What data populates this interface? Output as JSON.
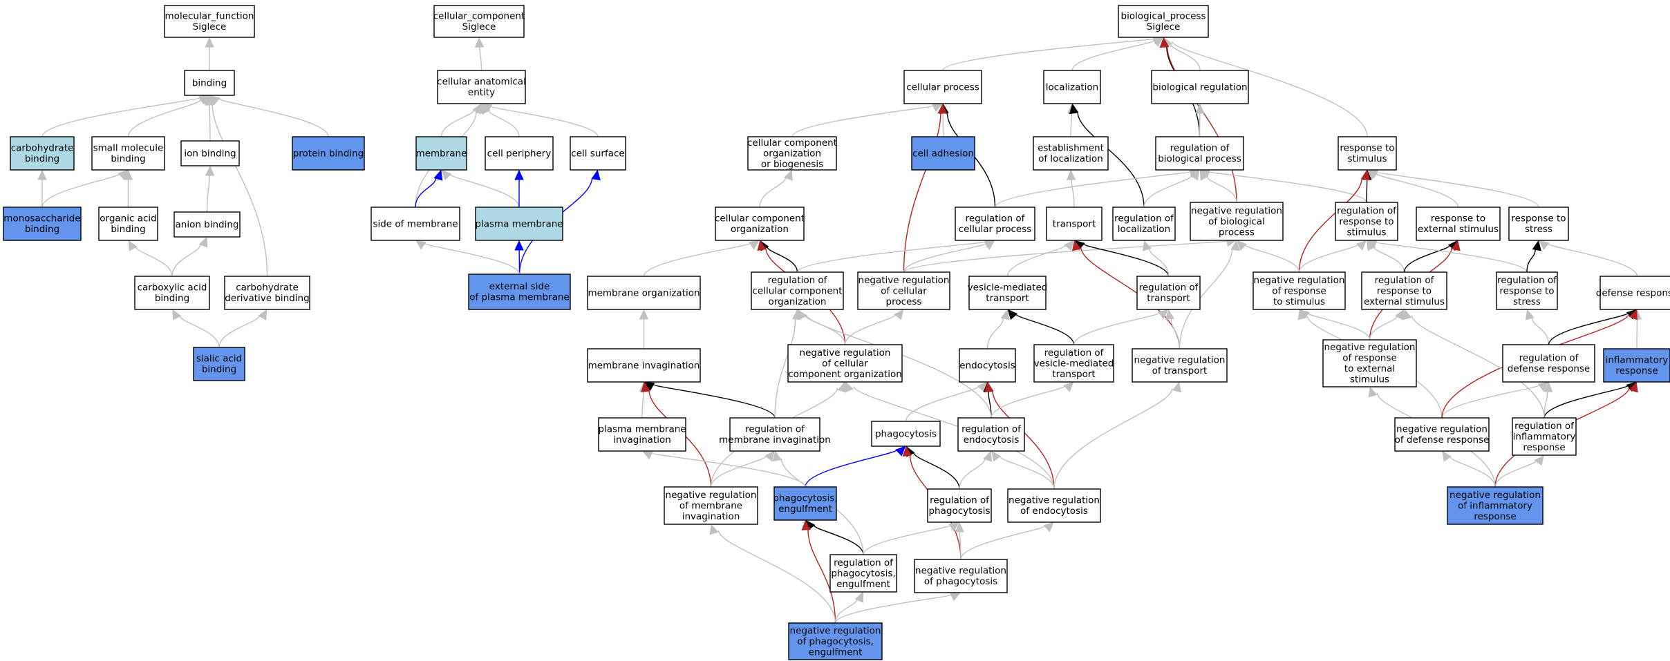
{
  "colors": {
    "plain": "#ffffff",
    "lightblue": "#add8e6",
    "blue": "#6495ed",
    "gray": "#c0c0c0",
    "black": "#000000",
    "red": "#b22222",
    "arrowblue": "#0000ff"
  },
  "nodes": [
    {
      "id": "mf",
      "lines": [
        "molecular_function",
        "Siglece"
      ],
      "fill": "plain"
    },
    {
      "id": "binding",
      "lines": [
        "binding"
      ],
      "fill": "plain"
    },
    {
      "id": "carb_binding",
      "lines": [
        "carbohydrate",
        "binding"
      ],
      "fill": "lightblue"
    },
    {
      "id": "small_mol",
      "lines": [
        "small molecule",
        "binding"
      ],
      "fill": "plain"
    },
    {
      "id": "ion_binding",
      "lines": [
        "ion binding"
      ],
      "fill": "plain"
    },
    {
      "id": "protein_binding",
      "lines": [
        "protein binding"
      ],
      "fill": "blue"
    },
    {
      "id": "monosacch",
      "lines": [
        "monosaccharide",
        "binding"
      ],
      "fill": "blue"
    },
    {
      "id": "organic_acid",
      "lines": [
        "organic acid",
        "binding"
      ],
      "fill": "plain"
    },
    {
      "id": "anion_binding",
      "lines": [
        "anion binding"
      ],
      "fill": "plain"
    },
    {
      "id": "carboxylic",
      "lines": [
        "carboxylic acid",
        "binding"
      ],
      "fill": "plain"
    },
    {
      "id": "carb_deriv",
      "lines": [
        "carbohydrate",
        "derivative binding"
      ],
      "fill": "plain"
    },
    {
      "id": "sialic",
      "lines": [
        "sialic acid",
        "binding"
      ],
      "fill": "blue"
    },
    {
      "id": "cc",
      "lines": [
        "cellular_component",
        "Siglece"
      ],
      "fill": "plain"
    },
    {
      "id": "cae",
      "lines": [
        "cellular anatomical",
        "entity"
      ],
      "fill": "plain"
    },
    {
      "id": "membrane",
      "lines": [
        "membrane"
      ],
      "fill": "lightblue"
    },
    {
      "id": "cell_periphery",
      "lines": [
        "cell periphery"
      ],
      "fill": "plain"
    },
    {
      "id": "cell_surface",
      "lines": [
        "cell surface"
      ],
      "fill": "plain"
    },
    {
      "id": "side_membrane",
      "lines": [
        "side of membrane"
      ],
      "fill": "plain"
    },
    {
      "id": "plasma_membrane",
      "lines": [
        "plasma membrane"
      ],
      "fill": "lightblue"
    },
    {
      "id": "ext_side",
      "lines": [
        "external side",
        "of plasma membrane"
      ],
      "fill": "blue"
    },
    {
      "id": "bp",
      "lines": [
        "biological_process",
        "Siglece"
      ],
      "fill": "plain"
    },
    {
      "id": "cellular_process",
      "lines": [
        "cellular process"
      ],
      "fill": "plain"
    },
    {
      "id": "localization",
      "lines": [
        "localization"
      ],
      "fill": "plain"
    },
    {
      "id": "bio_reg",
      "lines": [
        "biological regulation"
      ],
      "fill": "plain"
    },
    {
      "id": "resp_stim",
      "lines": [
        "response to",
        "stimulus"
      ],
      "fill": "plain"
    },
    {
      "id": "ccob",
      "lines": [
        "cellular component",
        "organization",
        "or biogenesis"
      ],
      "fill": "plain"
    },
    {
      "id": "cell_adhesion",
      "lines": [
        "cell adhesion"
      ],
      "fill": "blue"
    },
    {
      "id": "est_loc",
      "lines": [
        "establishment",
        "of localization"
      ],
      "fill": "plain"
    },
    {
      "id": "reg_bp",
      "lines": [
        "regulation of",
        "biological process"
      ],
      "fill": "plain"
    },
    {
      "id": "cco",
      "lines": [
        "cellular component",
        "organization"
      ],
      "fill": "plain"
    },
    {
      "id": "reg_cp",
      "lines": [
        "regulation of",
        "cellular process"
      ],
      "fill": "plain"
    },
    {
      "id": "transport",
      "lines": [
        "transport"
      ],
      "fill": "plain"
    },
    {
      "id": "reg_loc",
      "lines": [
        "regulation of",
        "localization"
      ],
      "fill": "plain"
    },
    {
      "id": "neg_reg_bp",
      "lines": [
        "negative regulation",
        "of biological",
        "process"
      ],
      "fill": "plain"
    },
    {
      "id": "reg_resp_stim",
      "lines": [
        "regulation of",
        "response to",
        "stimulus"
      ],
      "fill": "plain"
    },
    {
      "id": "resp_ext",
      "lines": [
        "response to",
        "external stimulus"
      ],
      "fill": "plain"
    },
    {
      "id": "resp_stress",
      "lines": [
        "response to",
        "stress"
      ],
      "fill": "plain"
    },
    {
      "id": "memb_org",
      "lines": [
        "membrane organization"
      ],
      "fill": "plain"
    },
    {
      "id": "reg_cco",
      "lines": [
        "regulation of",
        "cellular component",
        "organization"
      ],
      "fill": "plain"
    },
    {
      "id": "neg_reg_cp",
      "lines": [
        "negative regulation",
        "of cellular",
        "process"
      ],
      "fill": "plain"
    },
    {
      "id": "vesicle_transport",
      "lines": [
        "vesicle-mediated",
        "transport"
      ],
      "fill": "plain"
    },
    {
      "id": "reg_transport",
      "lines": [
        "regulation of",
        "transport"
      ],
      "fill": "plain"
    },
    {
      "id": "neg_reg_resp_stim",
      "lines": [
        "negative regulation",
        "of response",
        "to stimulus"
      ],
      "fill": "plain"
    },
    {
      "id": "reg_resp_ext",
      "lines": [
        "regulation of",
        "response to",
        "external stimulus"
      ],
      "fill": "plain"
    },
    {
      "id": "reg_resp_stress",
      "lines": [
        "regulation of",
        "response to",
        "stress"
      ],
      "fill": "plain"
    },
    {
      "id": "defense",
      "lines": [
        "defense response"
      ],
      "fill": "plain"
    },
    {
      "id": "memb_invag",
      "lines": [
        "membrane invagination"
      ],
      "fill": "plain"
    },
    {
      "id": "neg_reg_cco",
      "lines": [
        "negative regulation",
        "of cellular",
        "component organization"
      ],
      "fill": "plain"
    },
    {
      "id": "endocytosis",
      "lines": [
        "endocytosis"
      ],
      "fill": "plain"
    },
    {
      "id": "reg_vesicle",
      "lines": [
        "regulation of",
        "vesicle-mediated",
        "transport"
      ],
      "fill": "plain"
    },
    {
      "id": "neg_reg_transport",
      "lines": [
        "negative regulation",
        "of transport"
      ],
      "fill": "plain"
    },
    {
      "id": "neg_reg_resp_ext",
      "lines": [
        "negative regulation",
        "of response",
        "to external",
        "stimulus"
      ],
      "fill": "plain"
    },
    {
      "id": "reg_defense",
      "lines": [
        "regulation of",
        "defense response"
      ],
      "fill": "plain"
    },
    {
      "id": "inflammatory",
      "lines": [
        "inflammatory",
        "response"
      ],
      "fill": "blue"
    },
    {
      "id": "pm_invag",
      "lines": [
        "plasma membrane",
        "invagination"
      ],
      "fill": "plain"
    },
    {
      "id": "reg_memb_invag",
      "lines": [
        "regulation of",
        "membrane invagination"
      ],
      "fill": "plain"
    },
    {
      "id": "phagocytosis",
      "lines": [
        "phagocytosis"
      ],
      "fill": "plain"
    },
    {
      "id": "reg_endo",
      "lines": [
        "regulation of",
        "endocytosis"
      ],
      "fill": "plain"
    },
    {
      "id": "neg_reg_defense",
      "lines": [
        "negative regulation",
        "of defense response"
      ],
      "fill": "plain"
    },
    {
      "id": "reg_inflam",
      "lines": [
        "regulation of",
        "inflammatory",
        "response"
      ],
      "fill": "plain"
    },
    {
      "id": "neg_reg_memb_invag",
      "lines": [
        "negative regulation",
        "of membrane",
        "invagination"
      ],
      "fill": "plain"
    },
    {
      "id": "phago_engulf",
      "lines": [
        "phagocytosis,",
        "engulfment"
      ],
      "fill": "blue"
    },
    {
      "id": "reg_phago",
      "lines": [
        "regulation of",
        "phagocytosis"
      ],
      "fill": "plain"
    },
    {
      "id": "neg_reg_endo",
      "lines": [
        "negative regulation",
        "of endocytosis"
      ],
      "fill": "plain"
    },
    {
      "id": "neg_reg_inflam",
      "lines": [
        "negative regulation",
        "of inflammatory",
        "response"
      ],
      "fill": "blue"
    },
    {
      "id": "reg_phago_engulf",
      "lines": [
        "regulation of",
        "phagocytosis,",
        "engulfment"
      ],
      "fill": "plain"
    },
    {
      "id": "neg_reg_phago",
      "lines": [
        "negative regulation",
        "of phagocytosis"
      ],
      "fill": "plain"
    },
    {
      "id": "neg_reg_phago_engulf",
      "lines": [
        "negative regulation",
        "of phagocytosis,",
        "engulfment"
      ],
      "fill": "blue"
    }
  ],
  "edges": [
    {
      "from": "binding",
      "to": "mf",
      "type": "gray"
    },
    {
      "from": "carb_binding",
      "to": "binding",
      "type": "gray"
    },
    {
      "from": "small_mol",
      "to": "binding",
      "type": "gray"
    },
    {
      "from": "ion_binding",
      "to": "binding",
      "type": "gray"
    },
    {
      "from": "protein_binding",
      "to": "binding",
      "type": "gray"
    },
    {
      "from": "carb_deriv",
      "to": "binding",
      "type": "gray"
    },
    {
      "from": "monosacch",
      "to": "carb_binding",
      "type": "gray"
    },
    {
      "from": "monosacch",
      "to": "small_mol",
      "type": "gray"
    },
    {
      "from": "organic_acid",
      "to": "small_mol",
      "type": "gray"
    },
    {
      "from": "anion_binding",
      "to": "ion_binding",
      "type": "gray"
    },
    {
      "from": "carboxylic",
      "to": "organic_acid",
      "type": "gray"
    },
    {
      "from": "carboxylic",
      "to": "anion_binding",
      "type": "gray"
    },
    {
      "from": "sialic",
      "to": "carboxylic",
      "type": "gray"
    },
    {
      "from": "sialic",
      "to": "carb_deriv",
      "type": "gray"
    },
    {
      "from": "cae",
      "to": "cc",
      "type": "gray"
    },
    {
      "from": "membrane",
      "to": "cae",
      "type": "gray"
    },
    {
      "from": "cell_periphery",
      "to": "cae",
      "type": "gray"
    },
    {
      "from": "cell_surface",
      "to": "cae",
      "type": "gray"
    },
    {
      "from": "side_membrane",
      "to": "cae",
      "type": "gray"
    },
    {
      "from": "side_membrane",
      "to": "membrane",
      "type": "blue"
    },
    {
      "from": "plasma_membrane",
      "to": "membrane",
      "type": "gray"
    },
    {
      "from": "plasma_membrane",
      "to": "cell_periphery",
      "type": "blue"
    },
    {
      "from": "ext_side",
      "to": "plasma_membrane",
      "type": "blue"
    },
    {
      "from": "ext_side",
      "to": "cell_surface",
      "type": "blue"
    },
    {
      "from": "ext_side",
      "to": "side_membrane",
      "type": "gray"
    },
    {
      "from": "cellular_process",
      "to": "bp",
      "type": "gray"
    },
    {
      "from": "localization",
      "to": "bp",
      "type": "gray"
    },
    {
      "from": "bio_reg",
      "to": "bp",
      "type": "gray"
    },
    {
      "from": "resp_stim",
      "to": "bp",
      "type": "gray"
    },
    {
      "from": "reg_bp",
      "to": "bp",
      "type": "black"
    },
    {
      "from": "neg_reg_bp",
      "to": "bp",
      "type": "red"
    },
    {
      "from": "ccob",
      "to": "cellular_process",
      "type": "gray"
    },
    {
      "from": "cell_adhesion",
      "to": "cellular_process",
      "type": "gray"
    },
    {
      "from": "reg_cp",
      "to": "cellular_process",
      "type": "black"
    },
    {
      "from": "neg_reg_cp",
      "to": "cellular_process",
      "type": "red"
    },
    {
      "from": "est_loc",
      "to": "localization",
      "type": "gray"
    },
    {
      "from": "reg_loc",
      "to": "localization",
      "type": "black"
    },
    {
      "from": "reg_bp",
      "to": "bio_reg",
      "type": "gray"
    },
    {
      "from": "cco",
      "to": "ccob",
      "type": "gray"
    },
    {
      "from": "transport",
      "to": "est_loc",
      "type": "gray"
    },
    {
      "from": "reg_cp",
      "to": "reg_bp",
      "type": "gray"
    },
    {
      "from": "reg_loc",
      "to": "reg_bp",
      "type": "gray"
    },
    {
      "from": "neg_reg_bp",
      "to": "reg_bp",
      "type": "gray"
    },
    {
      "from": "reg_resp_stim",
      "to": "reg_bp",
      "type": "gray"
    },
    {
      "from": "reg_resp_stim",
      "to": "resp_stim",
      "type": "black"
    },
    {
      "from": "neg_reg_resp_stim",
      "to": "resp_stim",
      "type": "red"
    },
    {
      "from": "resp_ext",
      "to": "resp_stim",
      "type": "gray"
    },
    {
      "from": "resp_stress",
      "to": "resp_stim",
      "type": "gray"
    },
    {
      "from": "memb_org",
      "to": "cco",
      "type": "gray"
    },
    {
      "from": "reg_cco",
      "to": "cco",
      "type": "black"
    },
    {
      "from": "neg_reg_cco",
      "to": "cco",
      "type": "red"
    },
    {
      "from": "reg_cco",
      "to": "reg_cp",
      "type": "gray"
    },
    {
      "from": "neg_reg_cp",
      "to": "reg_cp",
      "type": "gray"
    },
    {
      "from": "neg_reg_cp",
      "to": "neg_reg_bp",
      "type": "gray"
    },
    {
      "from": "vesicle_transport",
      "to": "transport",
      "type": "gray"
    },
    {
      "from": "reg_transport",
      "to": "transport",
      "type": "black"
    },
    {
      "from": "neg_reg_transport",
      "to": "transport",
      "type": "red"
    },
    {
      "from": "reg_transport",
      "to": "reg_loc",
      "type": "gray"
    },
    {
      "from": "neg_reg_transport",
      "to": "neg_reg_bp",
      "type": "gray"
    },
    {
      "from": "neg_reg_resp_stim",
      "to": "neg_reg_bp",
      "type": "gray"
    },
    {
      "from": "neg_reg_resp_stim",
      "to": "reg_resp_stim",
      "type": "gray"
    },
    {
      "from": "reg_resp_ext",
      "to": "reg_resp_stim",
      "type": "gray"
    },
    {
      "from": "reg_resp_ext",
      "to": "resp_ext",
      "type": "black"
    },
    {
      "from": "neg_reg_resp_ext",
      "to": "resp_ext",
      "type": "red"
    },
    {
      "from": "reg_resp_stress",
      "to": "reg_resp_stim",
      "type": "gray"
    },
    {
      "from": "reg_resp_stress",
      "to": "resp_stress",
      "type": "black"
    },
    {
      "from": "defense",
      "to": "resp_stress",
      "type": "gray"
    },
    {
      "from": "memb_invag",
      "to": "memb_org",
      "type": "gray"
    },
    {
      "from": "neg_reg_cco",
      "to": "reg_cco",
      "type": "gray"
    },
    {
      "from": "neg_reg_cco",
      "to": "neg_reg_cp",
      "type": "gray"
    },
    {
      "from": "endocytosis",
      "to": "vesicle_transport",
      "type": "gray"
    },
    {
      "from": "reg_vesicle",
      "to": "vesicle_transport",
      "type": "black"
    },
    {
      "from": "reg_vesicle",
      "to": "reg_transport",
      "type": "gray"
    },
    {
      "from": "neg_reg_transport",
      "to": "reg_transport",
      "type": "gray"
    },
    {
      "from": "neg_reg_resp_ext",
      "to": "neg_reg_resp_stim",
      "type": "gray"
    },
    {
      "from": "neg_reg_resp_ext",
      "to": "reg_resp_ext",
      "type": "gray"
    },
    {
      "from": "reg_defense",
      "to": "reg_resp_stress",
      "type": "gray"
    },
    {
      "from": "reg_defense",
      "to": "defense",
      "type": "black"
    },
    {
      "from": "inflammatory",
      "to": "defense",
      "type": "gray"
    },
    {
      "from": "pm_invag",
      "to": "memb_invag",
      "type": "gray"
    },
    {
      "from": "reg_memb_invag",
      "to": "memb_invag",
      "type": "black"
    },
    {
      "from": "reg_memb_invag",
      "to": "reg_cco",
      "type": "gray"
    },
    {
      "from": "phagocytosis",
      "to": "endocytosis",
      "type": "gray"
    },
    {
      "from": "reg_endo",
      "to": "endocytosis",
      "type": "black"
    },
    {
      "from": "neg_reg_endo",
      "to": "endocytosis",
      "type": "red"
    },
    {
      "from": "reg_endo",
      "to": "reg_vesicle",
      "type": "gray"
    },
    {
      "from": "reg_endo",
      "to": "reg_cco",
      "type": "gray"
    },
    {
      "from": "neg_reg_defense",
      "to": "neg_reg_resp_stim",
      "type": "gray"
    },
    {
      "from": "neg_reg_defense",
      "to": "reg_defense",
      "type": "gray"
    },
    {
      "from": "neg_reg_defense",
      "to": "defense",
      "type": "red"
    },
    {
      "from": "reg_inflam",
      "to": "reg_defense",
      "type": "gray"
    },
    {
      "from": "reg_inflam",
      "to": "inflammatory",
      "type": "black"
    },
    {
      "from": "reg_inflam",
      "to": "reg_resp_ext",
      "type": "gray"
    },
    {
      "from": "neg_reg_memb_invag",
      "to": "memb_invag",
      "type": "red"
    },
    {
      "from": "neg_reg_memb_invag",
      "to": "reg_memb_invag",
      "type": "gray"
    },
    {
      "from": "neg_reg_memb_invag",
      "to": "neg_reg_cco",
      "type": "gray"
    },
    {
      "from": "phago_engulf",
      "to": "phagocytosis",
      "type": "blue"
    },
    {
      "from": "phago_engulf",
      "to": "pm_invag",
      "type": "gray"
    },
    {
      "from": "reg_phago",
      "to": "phagocytosis",
      "type": "black"
    },
    {
      "from": "neg_reg_phago",
      "to": "phagocytosis",
      "type": "red"
    },
    {
      "from": "reg_phago",
      "to": "reg_endo",
      "type": "gray"
    },
    {
      "from": "neg_reg_endo",
      "to": "reg_endo",
      "type": "gray"
    },
    {
      "from": "neg_reg_endo",
      "to": "neg_reg_transport",
      "type": "gray"
    },
    {
      "from": "neg_reg_endo",
      "to": "neg_reg_cco",
      "type": "gray"
    },
    {
      "from": "neg_reg_inflam",
      "to": "neg_reg_defense",
      "type": "gray"
    },
    {
      "from": "neg_reg_inflam",
      "to": "reg_inflam",
      "type": "gray"
    },
    {
      "from": "neg_reg_inflam",
      "to": "inflammatory",
      "type": "red"
    },
    {
      "from": "neg_reg_inflam",
      "to": "neg_reg_resp_ext",
      "type": "gray"
    },
    {
      "from": "reg_phago_engulf",
      "to": "phago_engulf",
      "type": "black"
    },
    {
      "from": "reg_phago_engulf",
      "to": "reg_phago",
      "type": "gray"
    },
    {
      "from": "reg_phago_engulf",
      "to": "reg_memb_invag",
      "type": "gray"
    },
    {
      "from": "neg_reg_phago",
      "to": "reg_phago",
      "type": "gray"
    },
    {
      "from": "neg_reg_phago",
      "to": "neg_reg_endo",
      "type": "gray"
    },
    {
      "from": "neg_reg_phago_engulf",
      "to": "phago_engulf",
      "type": "red"
    },
    {
      "from": "neg_reg_phago_engulf",
      "to": "reg_phago_engulf",
      "type": "gray"
    },
    {
      "from": "neg_reg_phago_engulf",
      "to": "neg_reg_phago",
      "type": "gray"
    },
    {
      "from": "neg_reg_phago_engulf",
      "to": "neg_reg_memb_invag",
      "type": "gray"
    }
  ]
}
